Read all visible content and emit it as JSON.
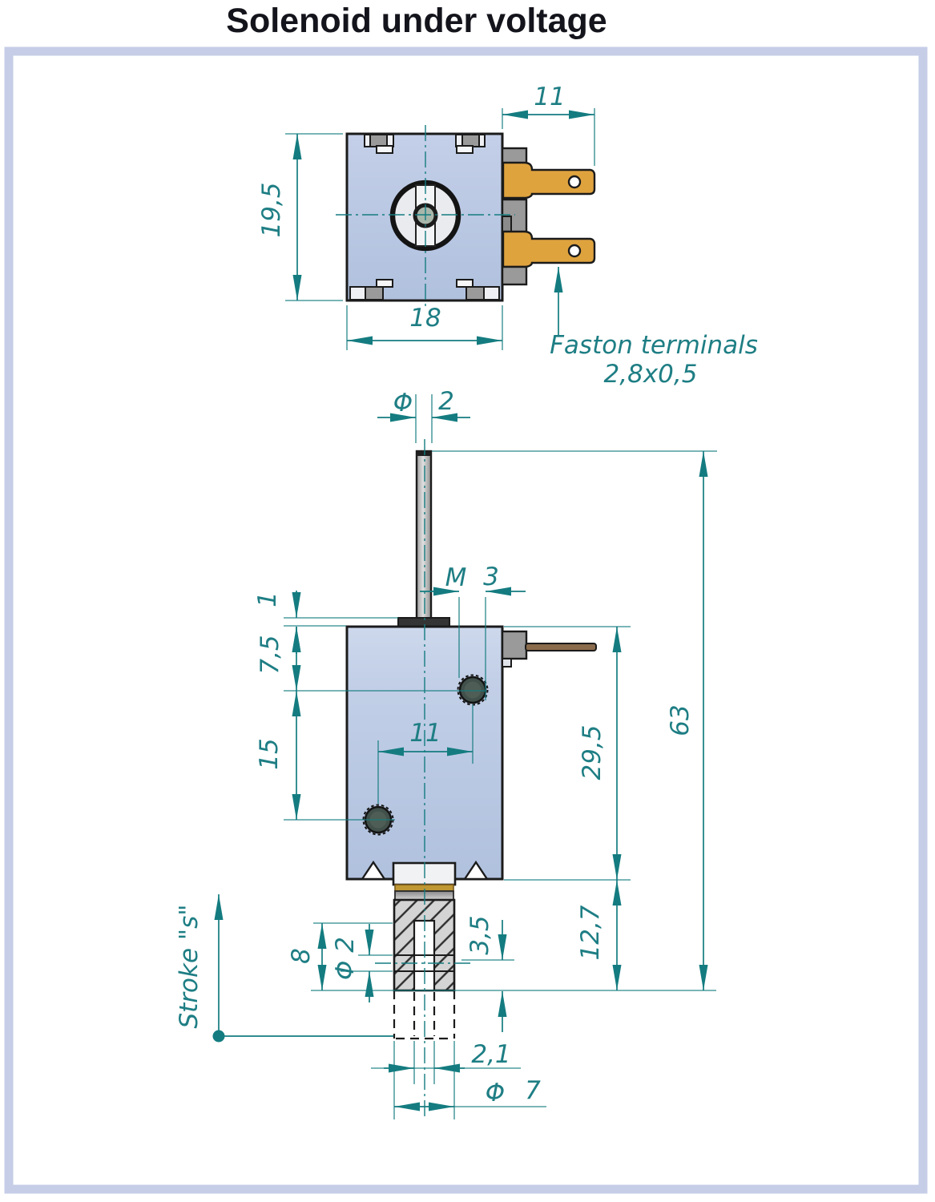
{
  "title": "Solenoid under voltage",
  "colors": {
    "dimension_teal": "#147c80",
    "body_blue": "#b7c6e2",
    "terminal_orange": "#dfa33e",
    "gray_block": "#9a9a9a",
    "outline_dark": "#1b1b1b",
    "frame_border": "#c5cde7",
    "wire_brown": "#8a6b4c",
    "brass_band": "#bf9733"
  },
  "top_view": {
    "dim_terminal_length": "11",
    "dim_height": "19,5",
    "dim_width": "18",
    "leader_line1": "Faston terminals",
    "leader_line2": "2,8x0,5"
  },
  "front_view": {
    "dim_rod_dia_symbol": "Φ",
    "dim_rod_dia_value": "2",
    "dim_thread_prefix": "M",
    "dim_thread_value": "3",
    "dim_collar": "1",
    "dim_hole_offset": "7,5",
    "dim_hole_pitch": "15",
    "dim_hole_span": "11",
    "dim_body_height": "29,5",
    "dim_total_height": "63",
    "dim_tip_length": "12,7",
    "dim_tip_hole_offset": "3,5",
    "dim_slot_depth": "8",
    "dim_cross_hole": "Φ 2",
    "dim_slot_width": "2,1",
    "dim_plunger_dia_symbol": "Φ",
    "dim_plunger_dia_value": "7",
    "stroke_label": "Stroke \"s\""
  }
}
